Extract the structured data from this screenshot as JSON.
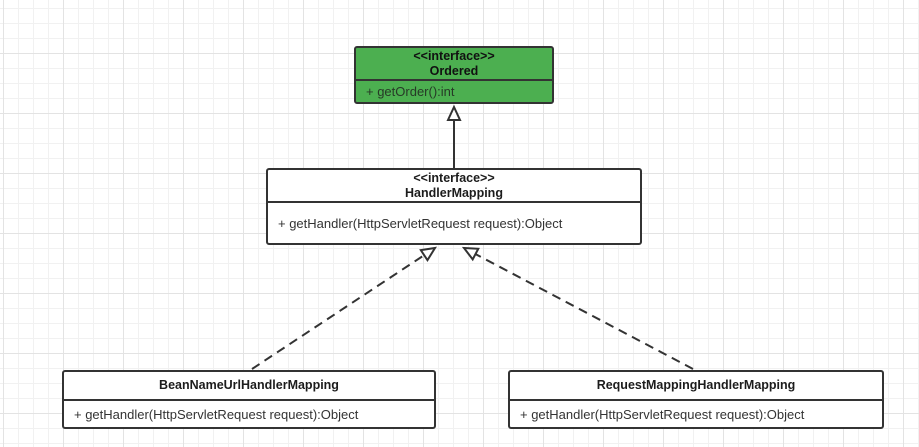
{
  "diagram": {
    "kind": "uml-class-diagram",
    "nodes": [
      {
        "id": "ordered",
        "stereotype": "<<interface>>",
        "name": "Ordered",
        "methods": [
          "+ getOrder():int"
        ],
        "fill": "#4caf50"
      },
      {
        "id": "handler-mapping",
        "stereotype": "<<interface>>",
        "name": "HandlerMapping",
        "methods": [
          "+ getHandler(HttpServletRequest request):Object"
        ],
        "fill": "#ffffff"
      },
      {
        "id": "bean-name-url-handler-mapping",
        "name": "BeanNameUrlHandlerMapping",
        "methods": [
          "+ getHandler(HttpServletRequest request):Object"
        ],
        "fill": "#ffffff"
      },
      {
        "id": "request-mapping-handler-mapping",
        "name": "RequestMappingHandlerMapping",
        "methods": [
          "+ getHandler(HttpServletRequest request):Object"
        ],
        "fill": "#ffffff"
      }
    ],
    "edges": [
      {
        "from": "HandlerMapping",
        "to": "Ordered",
        "type": "generalization",
        "line": "solid",
        "arrowhead": "hollow-triangle"
      },
      {
        "from": "BeanNameUrlHandlerMapping",
        "to": "HandlerMapping",
        "type": "realization",
        "line": "dashed",
        "arrowhead": "hollow-triangle"
      },
      {
        "from": "RequestMappingHandlerMapping",
        "to": "HandlerMapping",
        "type": "realization",
        "line": "dashed",
        "arrowhead": "hollow-triangle"
      }
    ],
    "colors": {
      "interface_fill": "#4caf50",
      "node_fill": "#ffffff",
      "border": "#333333",
      "connector": "#333333",
      "grid_minor": "#f1f1f1",
      "grid_major": "#e3e3e3"
    }
  }
}
